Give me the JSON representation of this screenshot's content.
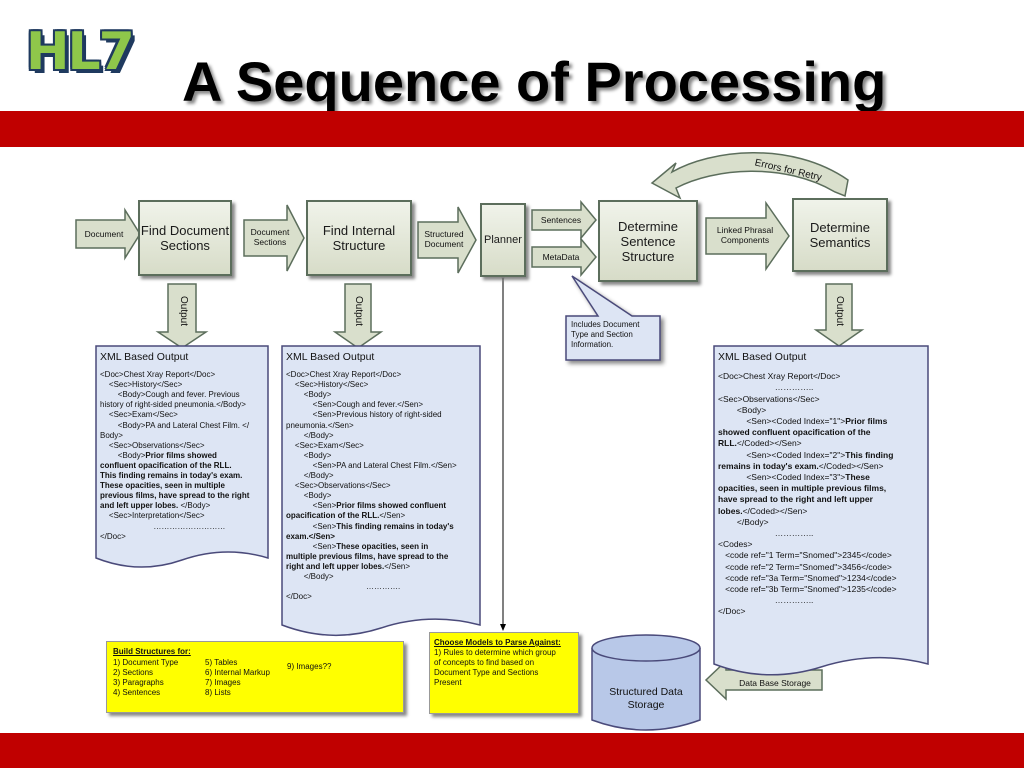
{
  "logo_text": "HL7",
  "title": "A Sequence of Processing",
  "colors": {
    "band": "#c00000",
    "box_fill": "#d7dcc8",
    "doc_fill": "#dde5f4",
    "note_fill": "#ffff00",
    "db_fill": "#b8c8e8"
  },
  "flow": {
    "input_label": "Document",
    "find_sections": "Find Document Sections",
    "doc_sections_label": "Document Sections",
    "find_internal": "Find Internal Structure",
    "structured_doc_label": "Structured Document",
    "planner": "Planner",
    "sentences_label": "Sentences",
    "metadata_label": "MetaData",
    "determine_sentence": "Determine Sentence Structure",
    "linked_phrasal_label": "Linked Phrasal Components",
    "determine_semantics": "Determine Semantics",
    "errors_label": "Errors for Retry",
    "output_label": "Output",
    "callout_text": "Includes Document Type and Section Information.",
    "db_storage_label": "Data Base Storage",
    "db_label": "Structured Data Storage"
  },
  "doc1": {
    "heading": "XML Based Output",
    "lines": [
      "<Doc>Chest Xray Report</Doc>",
      "    <Sec>History</Sec>",
      "        <Body>Cough and fever. Previous",
      "history of right-sided pneumonia.</Body>",
      "    <Sec>Exam</Sec>",
      "        <Body>PA and Lateral Chest Film. </",
      "Body>",
      "    <Sec>Observations</Sec>",
      "        <Body>",
      "confluent opacification of the RLL.",
      "This finding remains in today's exam.",
      "These opacities, seen in multiple",
      "previous films, have spread to the right",
      "and left upper lobes.",
      "    <Sec>Interpretation</Sec>",
      "                        ………………………",
      "",
      "</Doc>"
    ],
    "bold_1": "Prior films showed",
    "tail_1": " </Body>"
  },
  "doc2": {
    "heading": "XML Based Output",
    "lines": [
      "<Doc>Chest Xray Report</Doc>",
      "    <Sec>History</Sec>",
      "        <Body>",
      "            <Sen>Cough and fever.</Sen>",
      "            <Sen>Previous history of right-sided",
      "pneumonia.</Sen>",
      "        </Body>",
      "    <Sec>Exam</Sec>",
      "        <Body>",
      "            <Sen>PA and Lateral Chest Film.</Sen>",
      "        </Body>",
      "    <Sec>Observations</Sec>",
      "        <Body>",
      "            <Sen>",
      "opacification of the RLL.",
      "            <Sen>",
      "exam.</Sen>",
      "            <Sen>",
      "multiple previous films, have spread to the",
      "right and left upper lobes.",
      "        </Body>",
      "                                    ………….",
      "</Doc>"
    ],
    "bold_a": "Prior films showed confluent",
    "bold_b": "This finding remains in today's",
    "bold_c": "These opacities, seen in",
    "sen_close": "</Sen>"
  },
  "doc3": {
    "heading": "XML Based Output",
    "lines": [
      "<Doc>Chest Xray Report</Doc>",
      "                        …………..",
      "<Sec>Observations</Sec>",
      "        <Body>",
      "            <Sen><Coded Index=\"1\">",
      "showed confluent opacification of the",
      "RLL.</Coded></Sen>",
      "            <Sen><Coded Index=\"2\">",
      "remains in today's exam.</Coded></Sen>",
      "            <Sen><Coded Index=\"3\">",
      "opacities, seen in multiple previous films,",
      "have spread to the right and left upper",
      "lobes.</Coded></Sen>",
      "        </Body>",
      "                        …………..",
      "<Codes>",
      "   <code ref=\"1 Term=\"Snomed\">2345</code>",
      "   <code ref=\"2 Term=\"Snomed\">3456</code>",
      "   <code ref=\"3a Term=\"Snomed\">1234</code>",
      "   <code ref=\"3b Term=\"Snomed\">1235</code>",
      "                        …………..",
      "</Doc>"
    ],
    "bold_1": "Prior films",
    "bold_2": "This finding",
    "bold_3": "These"
  },
  "note_build": {
    "heading": "Build Structures for:",
    "col1": [
      "1) Document Type",
      "2) Sections",
      "3) Paragraphs",
      "4) Sentences"
    ],
    "col2": [
      "5) Tables",
      "6) Internal Markup",
      "7) Images",
      "8) Lists"
    ],
    "col3": [
      "9) Images??"
    ]
  },
  "note_models": {
    "heading": "Choose Models to Parse Against:",
    "lines": [
      "1) Rules to determine which group",
      "of concepts to find based on",
      "Document Type and Sections",
      "Present"
    ]
  }
}
